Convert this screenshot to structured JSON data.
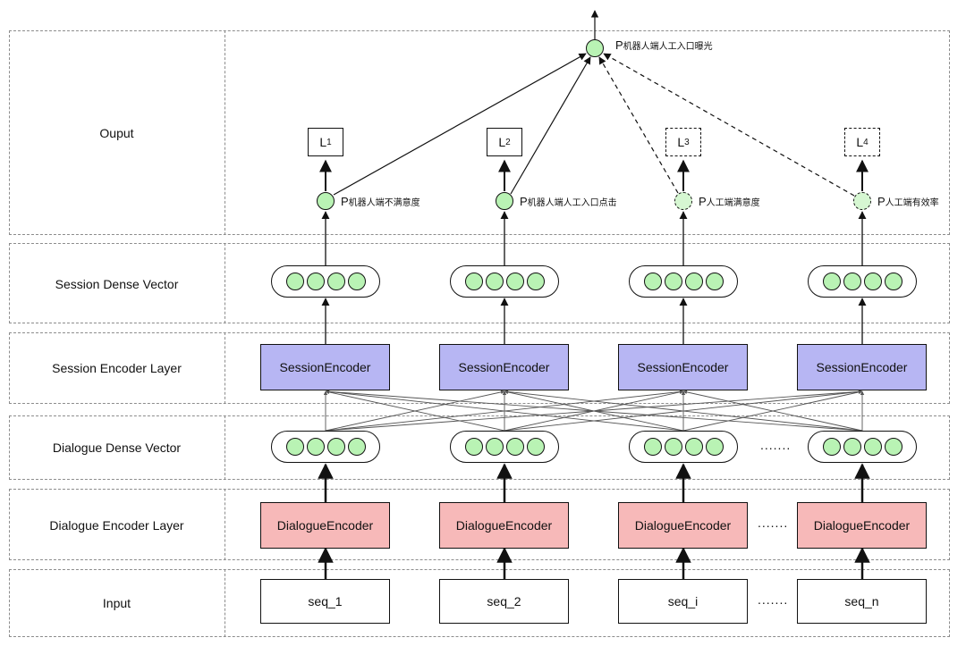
{
  "rows": {
    "output": "Ouput",
    "session_dense_vector": "Session Dense Vector",
    "session_encoder_layer": "Session Encoder Layer",
    "dialogue_dense_vector": "Dialogue Dense Vector",
    "dialogue_encoder_layer": "Dialogue Encoder Layer",
    "input": "Input"
  },
  "inputs": [
    "seq_1",
    "seq_2",
    "seq_i",
    "seq_n"
  ],
  "dialogue_encoder_label": "DialogueEncoder",
  "session_encoder_label": "SessionEncoder",
  "ellipsis": ".......",
  "losses": [
    {
      "letter": "L",
      "sub": "1",
      "dashed": false
    },
    {
      "letter": "L",
      "sub": "2",
      "dashed": false
    },
    {
      "letter": "L",
      "sub": "3",
      "dashed": true
    },
    {
      "letter": "L",
      "sub": "4",
      "dashed": true
    }
  ],
  "task_outputs": [
    {
      "p": "P",
      "sub": "机器人端不满意度",
      "dashed": false
    },
    {
      "p": "P",
      "sub": "机器人端人工入口点击",
      "dashed": false
    },
    {
      "p": "P",
      "sub": "人工端满意度",
      "dashed": true
    },
    {
      "p": "P",
      "sub": "人工端有效率",
      "dashed": true
    }
  ],
  "final_output": {
    "p": "P",
    "sub": "机器人端人工入口曝光"
  },
  "colors": {
    "dialogue_encoder": "#f7b9b9",
    "session_encoder": "#b7b6f3",
    "vector_node": "#b9f3b4"
  }
}
